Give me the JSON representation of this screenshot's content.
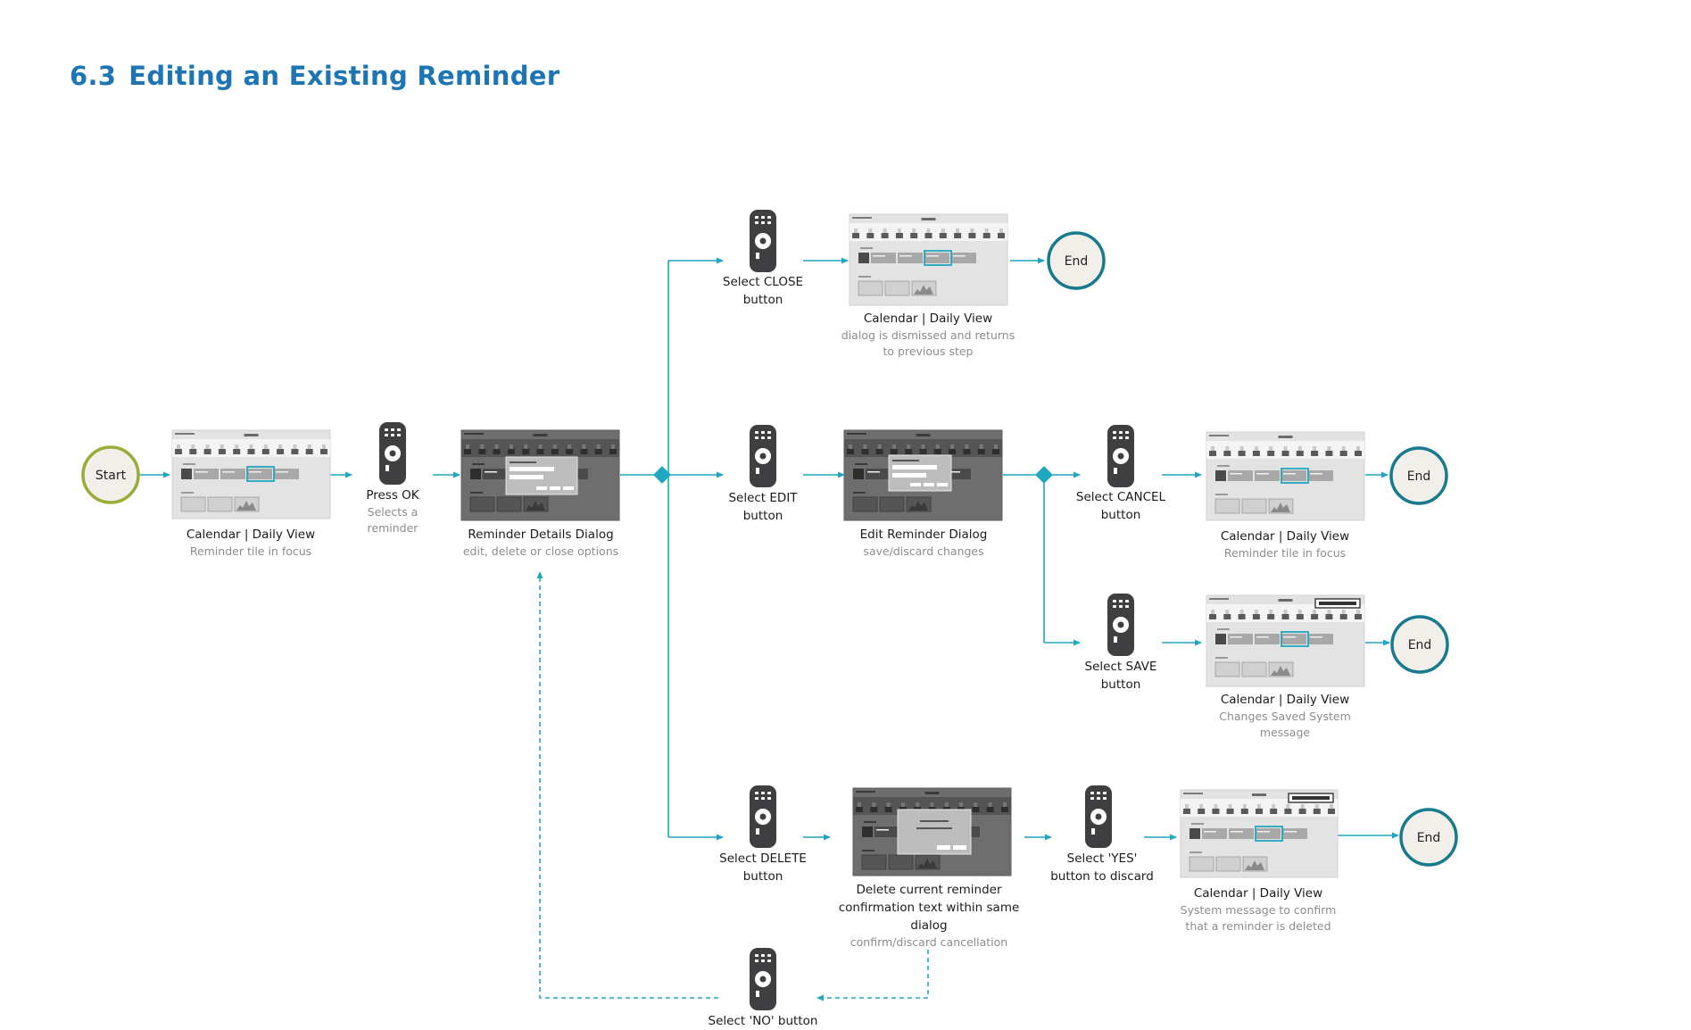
{
  "title": {
    "number": "6.3",
    "text": "Editing an Existing Reminder"
  },
  "colors": {
    "title": "#1d76b3",
    "connector": "#1fa7c0",
    "end_ring": "#177b8d",
    "start_ring": "#9aab38",
    "remote": "#3f3f42"
  },
  "nodes": {
    "start": {
      "label": "Start"
    },
    "end_close": {
      "label": "End"
    },
    "end_cancel": {
      "label": "End"
    },
    "end_save": {
      "label": "End"
    },
    "end_delete": {
      "label": "End"
    }
  },
  "actions": {
    "press_ok": {
      "title": "Press OK",
      "subtitle": [
        "Selects a",
        "reminder"
      ]
    },
    "select_close": {
      "title": [
        "Select CLOSE",
        "button"
      ]
    },
    "select_edit": {
      "title": [
        "Select EDIT",
        "button"
      ]
    },
    "select_delete": {
      "title": [
        "Select DELETE",
        "button"
      ]
    },
    "select_cancel": {
      "title": [
        "Select CANCEL",
        "button"
      ]
    },
    "select_save": {
      "title": [
        "Select SAVE",
        "button"
      ]
    },
    "select_yes": {
      "title": [
        "Select 'YES'",
        "button to discard"
      ]
    },
    "select_no": {
      "title": [
        "Select 'NO' button"
      ]
    }
  },
  "screens": {
    "calendar_start": {
      "title": "Calendar | Daily View",
      "subtitle": [
        "Reminder tile in focus"
      ]
    },
    "reminder_details": {
      "title": "Reminder Details Dialog",
      "subtitle": [
        "edit, delete or close options"
      ]
    },
    "calendar_close": {
      "title": "Calendar | Daily View",
      "subtitle": [
        "dialog is dismissed and returns",
        "to previous step"
      ]
    },
    "edit_dialog": {
      "title": "Edit Reminder Dialog",
      "subtitle": [
        "save/discard changes"
      ]
    },
    "calendar_cancel": {
      "title": "Calendar | Daily View",
      "subtitle": [
        "Reminder tile in focus"
      ]
    },
    "calendar_save": {
      "title": "Calendar | Daily View",
      "subtitle": [
        "Changes Saved System",
        "message"
      ]
    },
    "delete_dialog": {
      "title": [
        "Delete current reminder",
        "confirmation text within same",
        "dialog"
      ],
      "subtitle": [
        "confirm/discard cancellation"
      ]
    },
    "calendar_delete": {
      "title": "Calendar | Daily View",
      "subtitle": [
        "System message to confirm",
        "that a reminder is deleted"
      ]
    }
  }
}
